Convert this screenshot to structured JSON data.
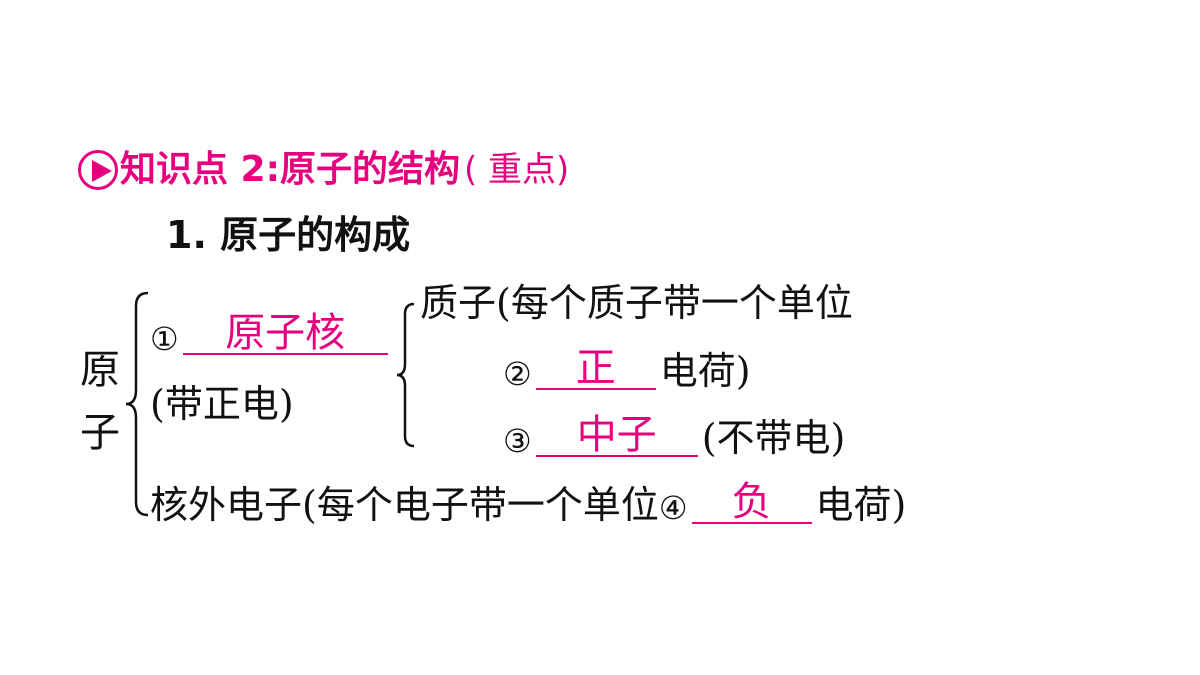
{
  "heading": {
    "icon": "play-circle-icon",
    "title": "知识点 2:原子的结构",
    "tag": "( 重点)"
  },
  "subheading": "1. 原子的构成",
  "atom": {
    "label_top": "原",
    "label_bottom": "子",
    "nucleus": {
      "marker": "①",
      "answer": "原子核",
      "note": "(带正电)",
      "proton": {
        "text": "质子(每个质子带一个单位",
        "marker": "②",
        "answer": "正",
        "suffix": "电荷)"
      },
      "neutron": {
        "marker": "③",
        "answer": "中子",
        "suffix": "(不带电)"
      }
    },
    "electron": {
      "text": "核外电子(每个电子带一个单位",
      "marker": "④",
      "answer": "负",
      "suffix": "电荷)"
    }
  },
  "colors": {
    "accent": "#e6007e",
    "text": "#111111"
  }
}
